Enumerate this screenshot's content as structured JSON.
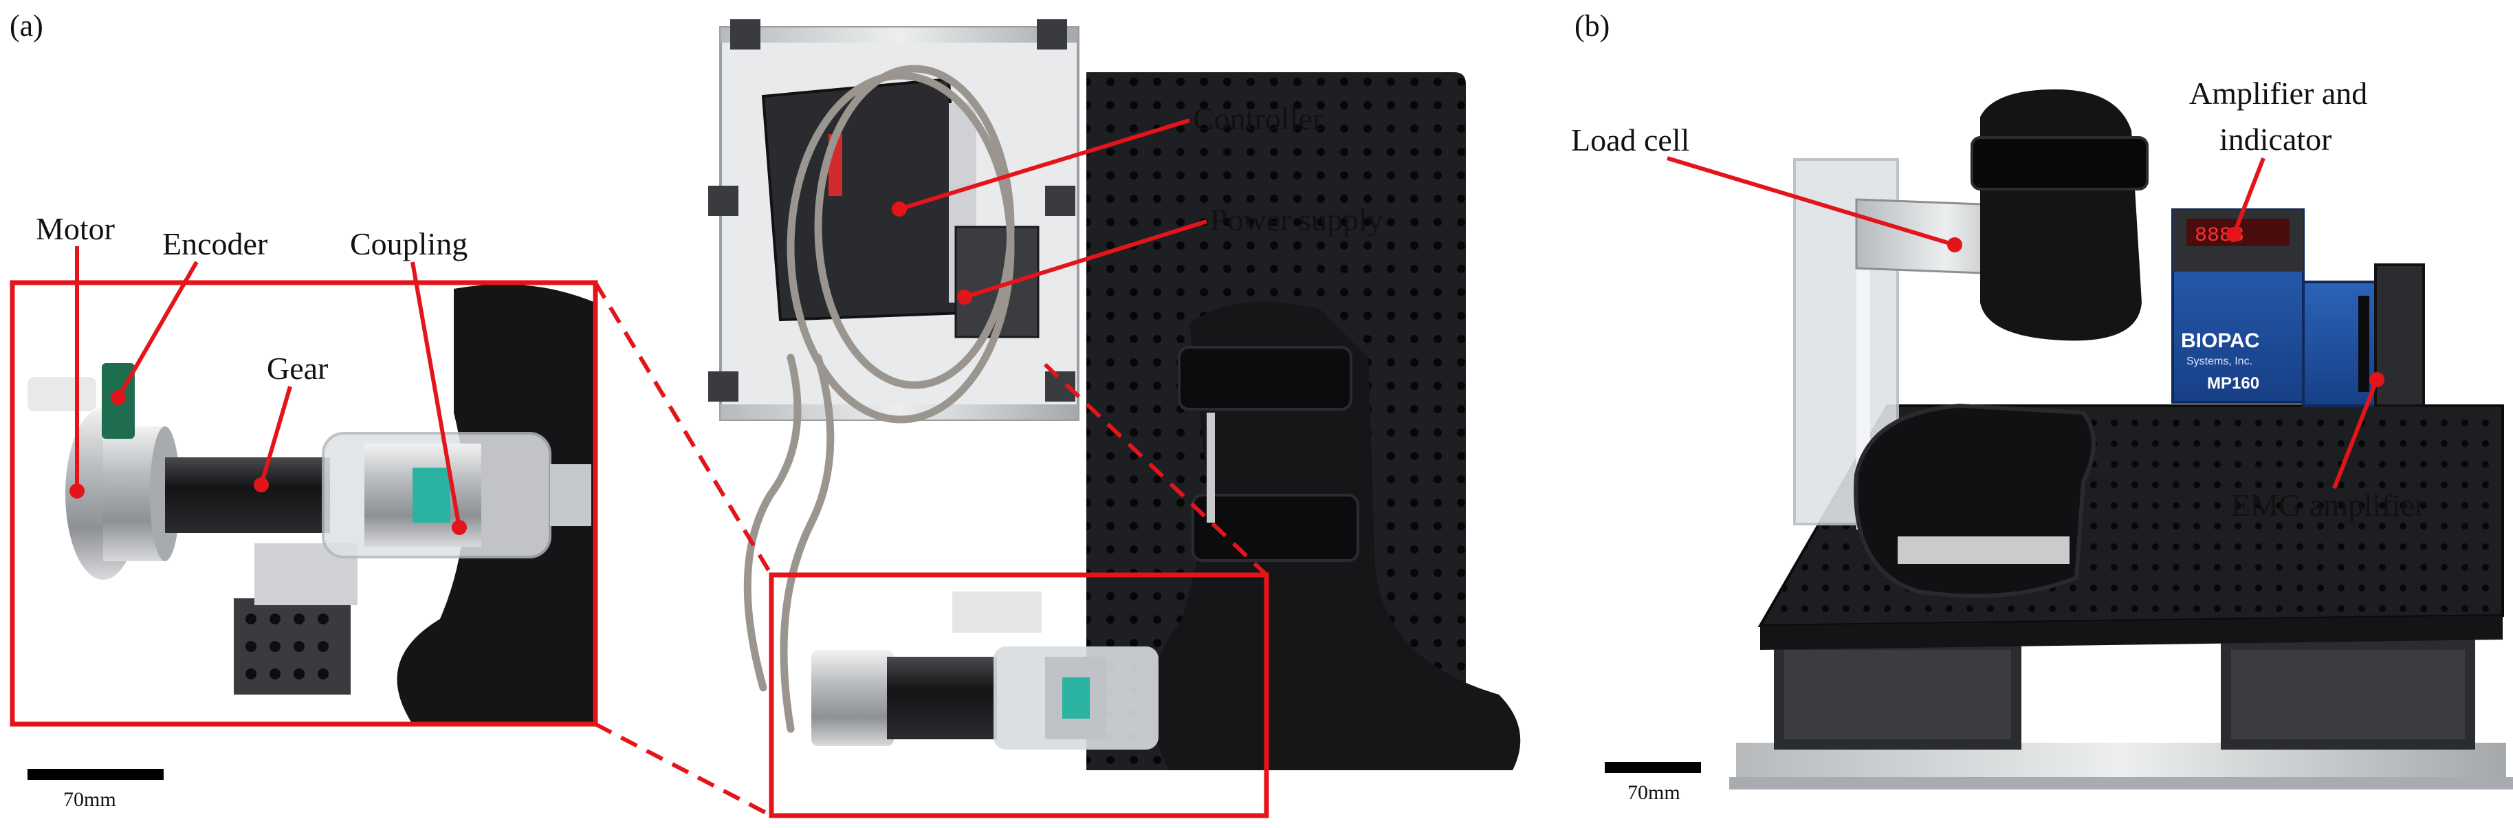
{
  "panels": {
    "a": {
      "label": "(a)",
      "callouts": {
        "controller": "Controller",
        "power_supply": "Power supply",
        "motor": "Motor",
        "encoder": "Encoder",
        "coupling": "Coupling",
        "gear": "Gear"
      },
      "scale_bar": "70mm"
    },
    "b": {
      "label": "(b)",
      "callouts": {
        "load_cell": "Load cell",
        "amplifier_line1": "Amplifier and",
        "amplifier_line2": "indicator",
        "emg_amplifier": "EMG amplifier"
      },
      "scale_bar": "70mm"
    }
  },
  "device_markings": {
    "biopac_brand": "BIOPAC",
    "biopac_sub": "Systems, Inc.",
    "biopac_model": "MP160"
  },
  "colors": {
    "annotation": "#e3151a",
    "breadboard": "#1c1d21",
    "background": "#ffffff"
  }
}
